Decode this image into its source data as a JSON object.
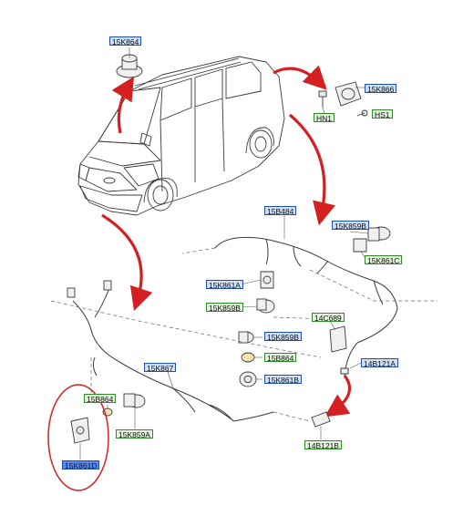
{
  "colors": {
    "blue_label_border": "#1f4fb5",
    "blue_label_fill": "#cfe0f7",
    "green_label_border": "#2f8a2a",
    "green_label_fill": "#e3f3dc",
    "selected_label_fill": "#5a86e8",
    "arrow_red": "#d42020",
    "highlight_ring": "#d42020",
    "line_art": "#3a3a3a"
  },
  "labels": {
    "buzzer_top": "15K864",
    "module_top_right": "15K866",
    "bolt_hn1": "HN1",
    "screw_hs1": "HS1",
    "rear_harness": "15B484",
    "sensor_top_right": "15K859B",
    "holder_top_right": "15K861C",
    "holder_mid_a": "15K861A",
    "sensor_mid_b": "15K859B",
    "control_unit": "14C689",
    "sensor_center_b": "15K859B",
    "ring_center": "15B864",
    "holder_center_b": "15K861B",
    "front_harness": "15K867",
    "harness_right": "14B121A",
    "connector_bottom": "14B121B",
    "ring_left": "15B864",
    "sensor_left_a": "15K859A",
    "holder_left_d": "15K861D"
  }
}
